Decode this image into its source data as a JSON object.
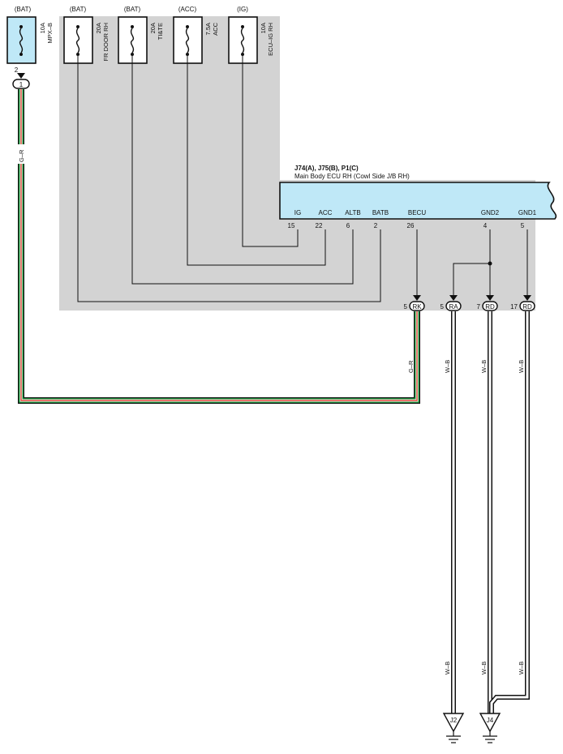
{
  "fuses": [
    {
      "source": "(BAT)",
      "amp": "10A",
      "name": "MPX–B",
      "pin": "2",
      "highlighted": true
    },
    {
      "source": "(BAT)",
      "amp": "20A",
      "name": "FR DOOR RH",
      "highlighted": false
    },
    {
      "source": "(BAT)",
      "amp": "20A",
      "name": "TI&TE",
      "highlighted": false
    },
    {
      "source": "(ACC)",
      "amp": "7.5A",
      "name": "ACC",
      "highlighted": false
    },
    {
      "source": "(IG)",
      "amp": "10A",
      "name": "ECU–IG RH",
      "highlighted": false
    }
  ],
  "connector_top": {
    "label": "1"
  },
  "ecu": {
    "connector_line": "J74(A), J75(B), P1(C)",
    "name": "Main Body ECU RH (Cowl Side J/B RH)",
    "terminals": [
      {
        "label": "IG",
        "pin": "15"
      },
      {
        "label": "ACC",
        "pin": "22"
      },
      {
        "label": "ALTB",
        "pin": "6"
      },
      {
        "label": "BATB",
        "pin": "2"
      },
      {
        "label": "BECU",
        "pin": "26"
      },
      {
        "label": "GND2",
        "pin": "4"
      },
      {
        "label": "GND1",
        "pin": "5"
      }
    ]
  },
  "connectors": [
    {
      "pin": "5",
      "code": "RK"
    },
    {
      "pin": "5",
      "code": "RA"
    },
    {
      "pin": "7",
      "code": "RD"
    },
    {
      "pin": "17",
      "code": "RD"
    }
  ],
  "wire_colors": {
    "mpx": "G–R",
    "becu": "G–R",
    "ground1": "W–B",
    "ground2": "W–B",
    "ground3": "W–B"
  },
  "grounds": [
    {
      "label": "J2"
    },
    {
      "label": "J4"
    }
  ],
  "colors": {
    "panel": "#d3d3d3",
    "fuse_highlight": "#bfe8f7",
    "ecu_fill": "#bfe8f7",
    "wire_green": "#1a9c3c",
    "wire_red": "#e0463a"
  }
}
